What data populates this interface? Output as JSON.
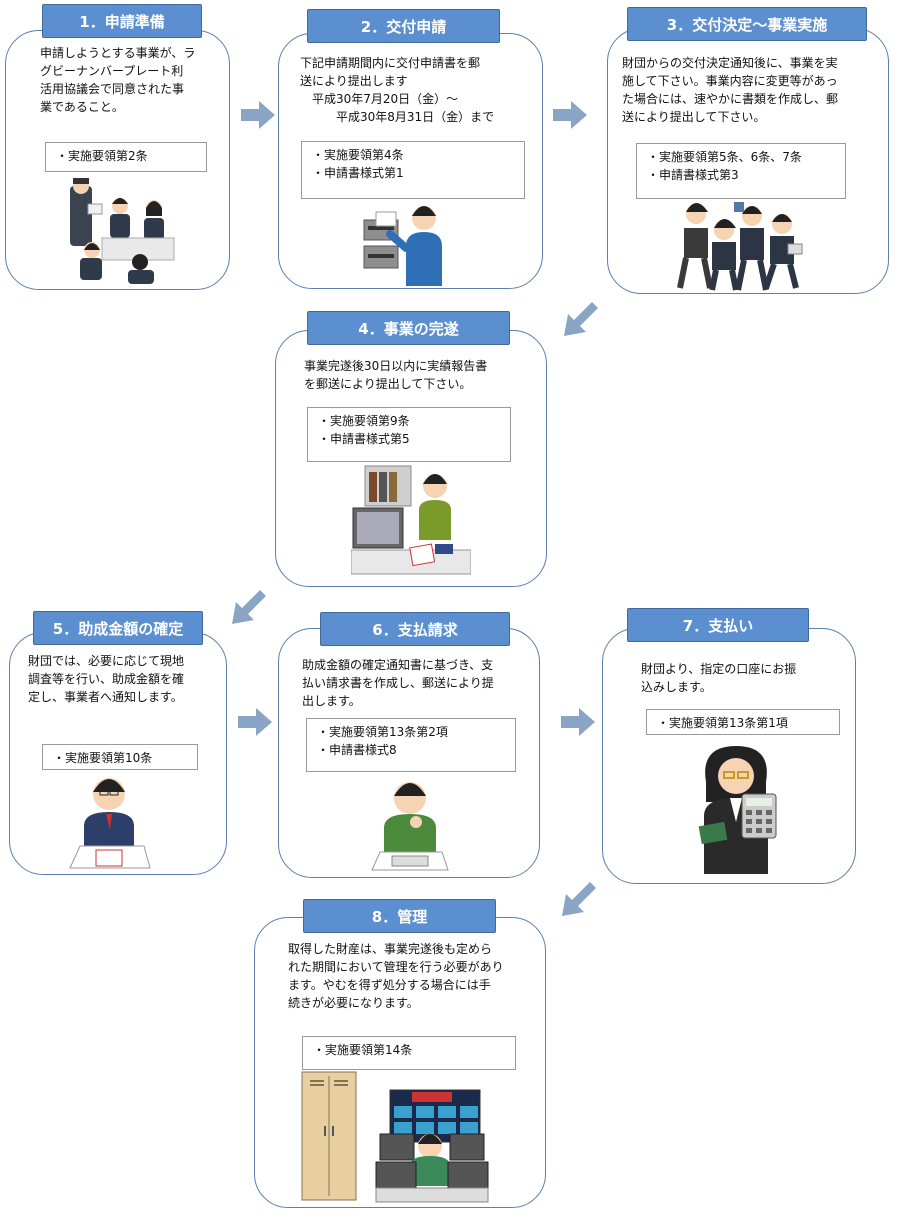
{
  "steps": [
    {
      "title": "1．申請準備",
      "desc": "申請しようとする事業が、ラ\nグビーナンバープレート利\n活用協議会で同意された事\n業であること。",
      "refs": [
        "・実施要領第2条"
      ]
    },
    {
      "title": "2．交付申請",
      "desc": "下記申請期間内に交付申請書を郵\n送により提出します\n　平成30年7月20日（金）～\n　　　平成30年8月31日（金）まで",
      "refs": [
        "・実施要領第4条",
        "・申請書様式第1"
      ]
    },
    {
      "title": "3．交付決定～事業実施",
      "desc": "財団からの交付決定通知後に、事業を実\n施して下さい。事業内容に変更等があっ\nた場合には、速やかに書類を作成し、郵\n送により提出して下さい。",
      "refs": [
        "・実施要領第5条、6条、7条",
        "・申請書様式第3"
      ]
    },
    {
      "title": "4．事業の完遂",
      "desc": "事業完遂後30日以内に実績報告書\nを郵送により提出して下さい。",
      "refs": [
        "・実施要領第9条",
        "・申請書様式第5"
      ]
    },
    {
      "title": "5．助成金額の確定",
      "desc": "財団では、必要に応じて現地\n調査等を行い、助成金額を確\n定し、事業者へ通知します。",
      "refs": [
        "・実施要領第10条"
      ]
    },
    {
      "title": "6．支払請求",
      "desc": "助成金額の確定通知書に基づき、支\n払い請求書を作成し、郵送により提\n出します。",
      "refs": [
        "・実施要領第13条第2項",
        "・申請書様式8"
      ]
    },
    {
      "title": "7．支払い",
      "desc": "財団より、指定の口座にお振\n込みします。",
      "refs": [
        "・実施要領第13条第1項"
      ]
    },
    {
      "title": "8．管理",
      "desc": "取得した財産は、事業完遂後も定めら\nれた期間において管理を行う必要があり\nます。やむを得ず処分する場合には手\n続きが必要になります。",
      "refs": [
        "・実施要領第14条"
      ]
    }
  ],
  "colors": {
    "tab": "#5b8fd0",
    "border": "#5b7fb0",
    "arrow": "#8aa4c6"
  },
  "illustrations": [
    "meeting-people-icon",
    "mailbox-person-icon",
    "busy-business-people-icon",
    "office-phone-worker-icon",
    "desk-worker-icon",
    "thinking-worker-icon",
    "woman-calculator-icon",
    "locker-and-server-icon"
  ]
}
